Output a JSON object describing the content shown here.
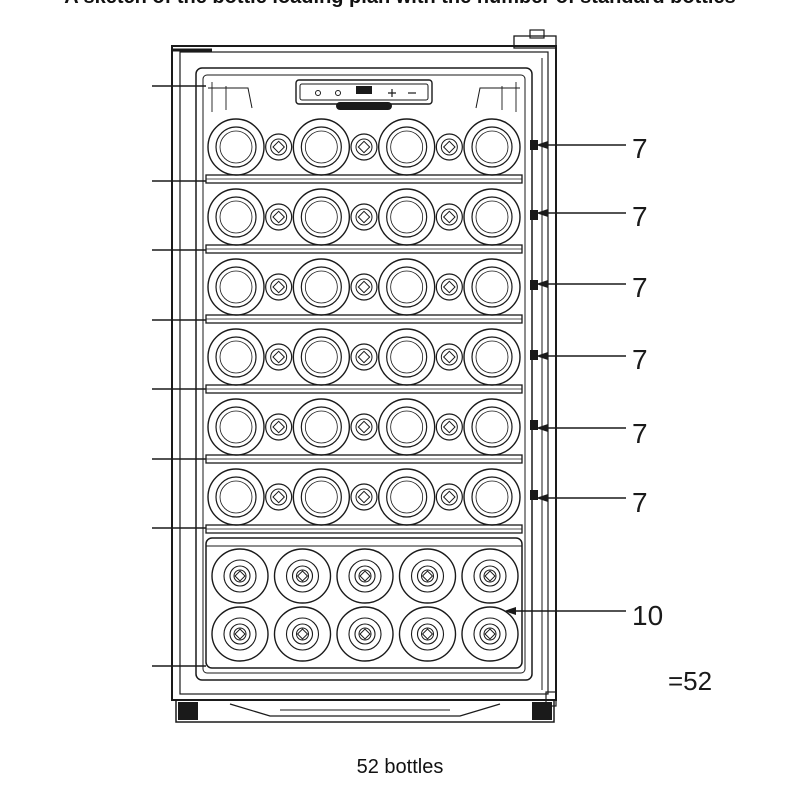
{
  "header": {
    "text": "A sketch of the bottle loading plan with the number of standard bottles"
  },
  "shelves": [
    {
      "count": 7,
      "label": "7"
    },
    {
      "count": 7,
      "label": "7"
    },
    {
      "count": 7,
      "label": "7"
    },
    {
      "count": 7,
      "label": "7"
    },
    {
      "count": 7,
      "label": "7"
    },
    {
      "count": 7,
      "label": "7"
    }
  ],
  "bottom": {
    "count": 10,
    "label": "10"
  },
  "total": {
    "label": "=52"
  },
  "caption": {
    "text": "52 bottles"
  },
  "colors": {
    "line": "#1a1a1a",
    "background": "#ffffff"
  }
}
